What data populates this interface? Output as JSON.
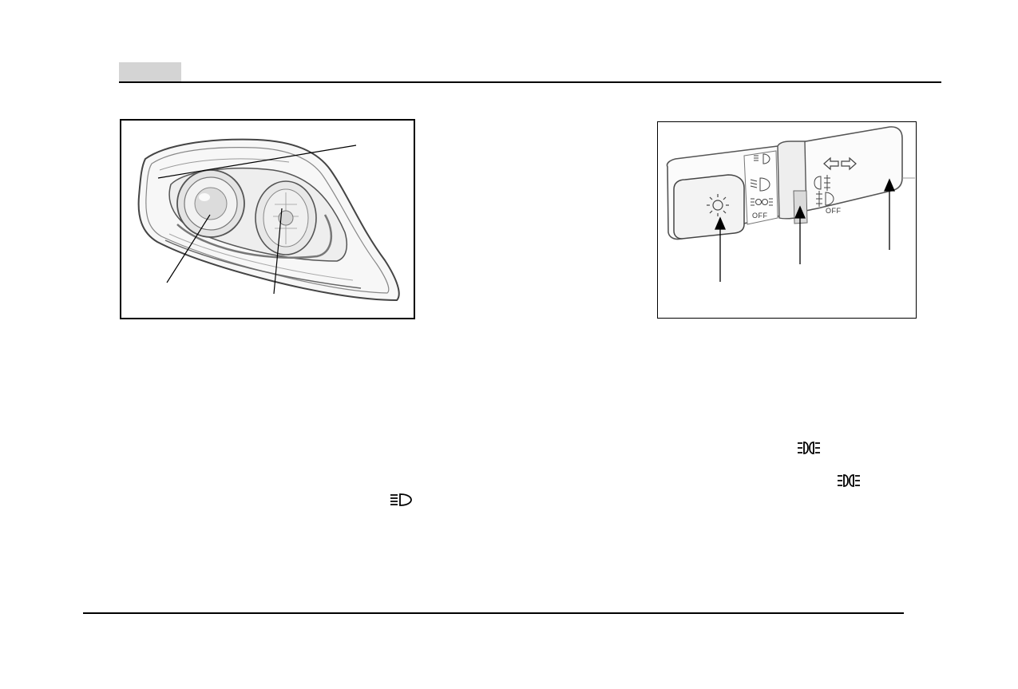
{
  "header": {
    "tab_color": "#d4d4d4"
  },
  "figures": {
    "headlamp": {
      "icon": "headlamp-assembly-illustration"
    },
    "light_switch": {
      "icon": "combination-light-switch-illustration",
      "light_positions": {
        "off_label": "OFF"
      },
      "fog_positions": {
        "off_label": "OFF"
      }
    }
  },
  "inline_symbols": [
    "sidelight-symbol",
    "sidelight-symbol",
    "high-beam-symbol"
  ]
}
